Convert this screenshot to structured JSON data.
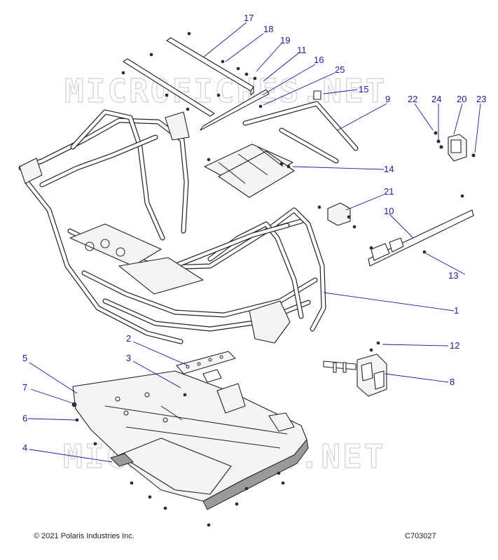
{
  "watermark": "MICROFICHES.NET",
  "footer": {
    "copyright": "© 2021 Polaris Industries Inc.",
    "drawing_id": "C703027"
  },
  "callouts": [
    {
      "num": "17"
    },
    {
      "num": "18"
    },
    {
      "num": "19"
    },
    {
      "num": "11"
    },
    {
      "num": "16"
    },
    {
      "num": "25"
    },
    {
      "num": "15"
    },
    {
      "num": "9"
    },
    {
      "num": "22"
    },
    {
      "num": "24"
    },
    {
      "num": "20"
    },
    {
      "num": "23"
    },
    {
      "num": "14"
    },
    {
      "num": "21"
    },
    {
      "num": "10"
    },
    {
      "num": "13"
    },
    {
      "num": "1"
    },
    {
      "num": "12"
    },
    {
      "num": "2"
    },
    {
      "num": "3"
    },
    {
      "num": "5"
    },
    {
      "num": "8"
    },
    {
      "num": "7"
    },
    {
      "num": "6"
    },
    {
      "num": "4"
    }
  ]
}
